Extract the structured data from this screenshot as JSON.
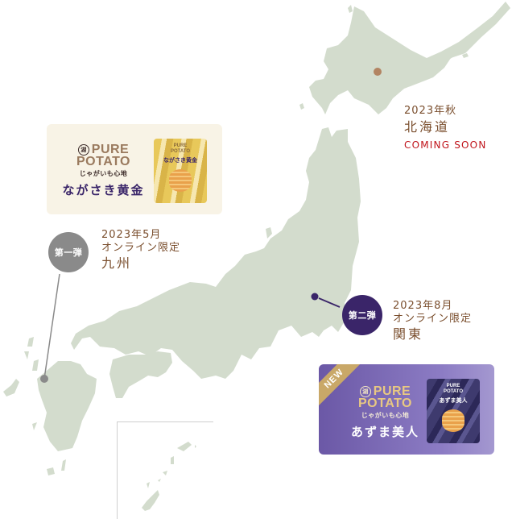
{
  "colors": {
    "land": "#d3dccd",
    "label_text": "#7a4e2d",
    "coming_soon": "#c0141b",
    "badge_gray": "#8a8a8a",
    "badge_purple": "#3a2569",
    "marker_hokkaido": "#b28462"
  },
  "regions": {
    "hokkaido": {
      "date": "2023年秋",
      "name": "北海道",
      "status": "COMING SOON"
    },
    "kyushu": {
      "badge": "第一弾",
      "date": "2023年5月",
      "channel": "オンライン限定",
      "name": "九州"
    },
    "kanto": {
      "badge": "第二弾",
      "date": "2023年8月",
      "channel": "オンライン限定",
      "name": "関東"
    }
  },
  "products": {
    "nagasaki": {
      "mark": "湖",
      "brand_line1": "PURE",
      "brand_line2": "POTATO",
      "subtitle": "じゃがいも心地",
      "flavor": "ながさき黄金"
    },
    "azuma": {
      "ribbon": "NEW",
      "mark": "湖",
      "brand_line1": "PURE",
      "brand_line2": "POTATO",
      "subtitle": "じゃがいも心地",
      "flavor": "あずま美人"
    }
  }
}
